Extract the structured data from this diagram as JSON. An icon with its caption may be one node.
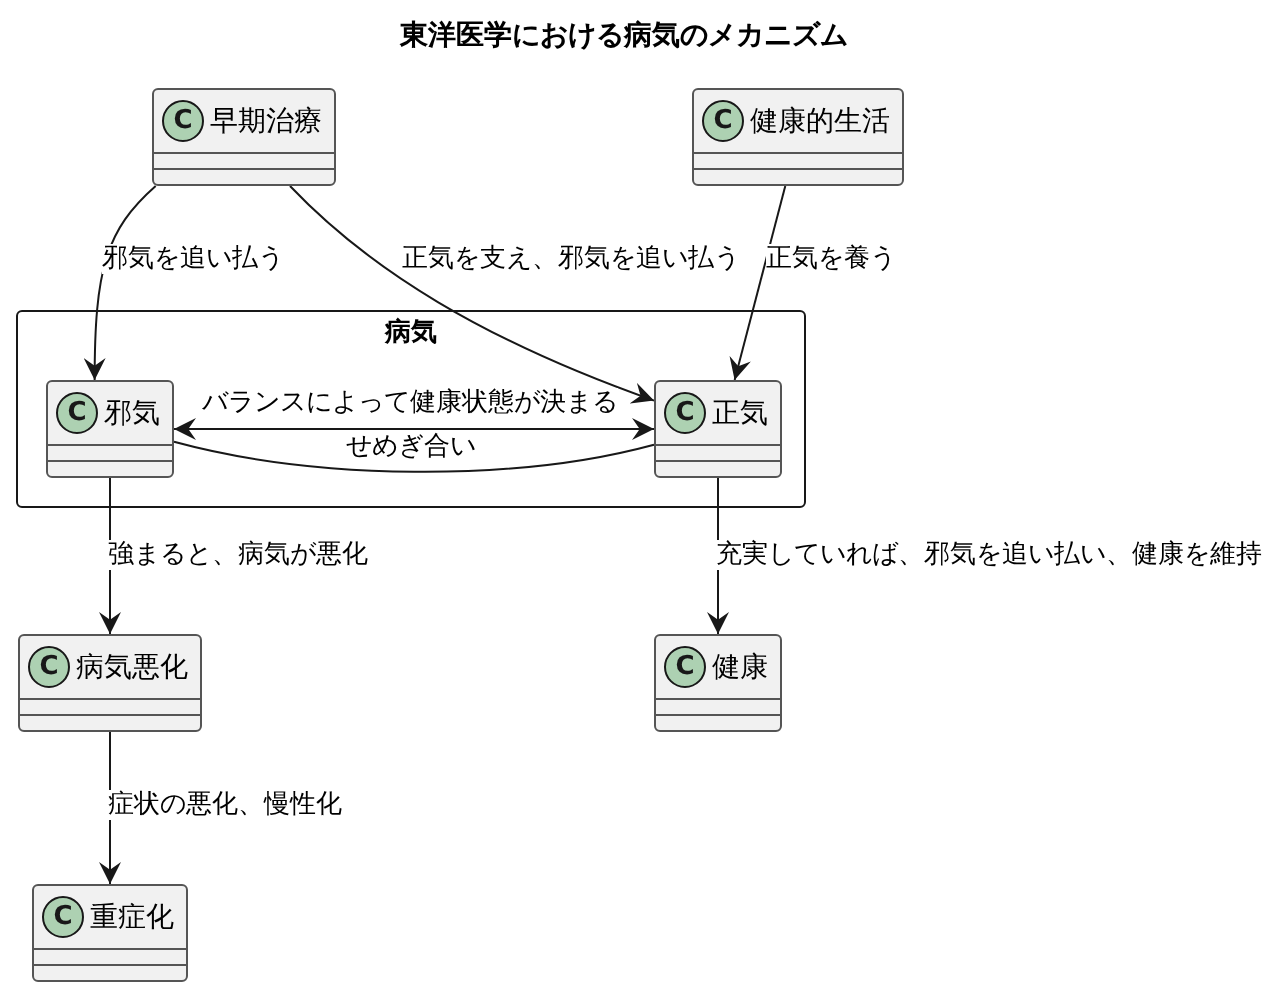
{
  "diagram": {
    "title": "東洋医学における病気のメカニズム",
    "nodes": [
      {
        "text": [
          "C",
          "早期治療"
        ]
      },
      {
        "text": [
          "C",
          "健康的生活"
        ]
      },
      {
        "text": [
          "病気"
        ]
      },
      {
        "text": [
          "C",
          "邪気"
        ],
        "in": 2
      },
      {
        "text": [
          "C",
          "正気"
        ],
        "in": 2
      },
      {
        "text": [
          "C",
          "病気悪化"
        ]
      },
      {
        "text": [
          "C",
          "健康"
        ]
      },
      {
        "text": [
          "C",
          "重症化"
        ]
      }
    ],
    "edges": [
      {
        "from": 0,
        "to": 3,
        "arrow": "to",
        "label": "邪気を追い払う"
      },
      {
        "from": 0,
        "to": 4,
        "arrow": "to",
        "label": "正気を支え、邪気を追い払う"
      },
      {
        "from": 1,
        "to": 4,
        "arrow": "to",
        "label": "正気を養う"
      },
      {
        "from": 3,
        "to": 4,
        "arrow": "both",
        "label": "バランスによって健康状態が決まる"
      },
      {
        "from": 3,
        "to": 4,
        "arrow": "none",
        "label": "せめぎ合い"
      },
      {
        "from": 3,
        "to": 5,
        "arrow": "to",
        "label": "強まると、病気が悪化"
      },
      {
        "from": 4,
        "to": 6,
        "arrow": "to",
        "label": "充実していれば、邪気を追い払い、健康を維持"
      },
      {
        "from": 5,
        "to": 7,
        "arrow": "to",
        "label": "症状の悪化、慢性化"
      }
    ]
  }
}
